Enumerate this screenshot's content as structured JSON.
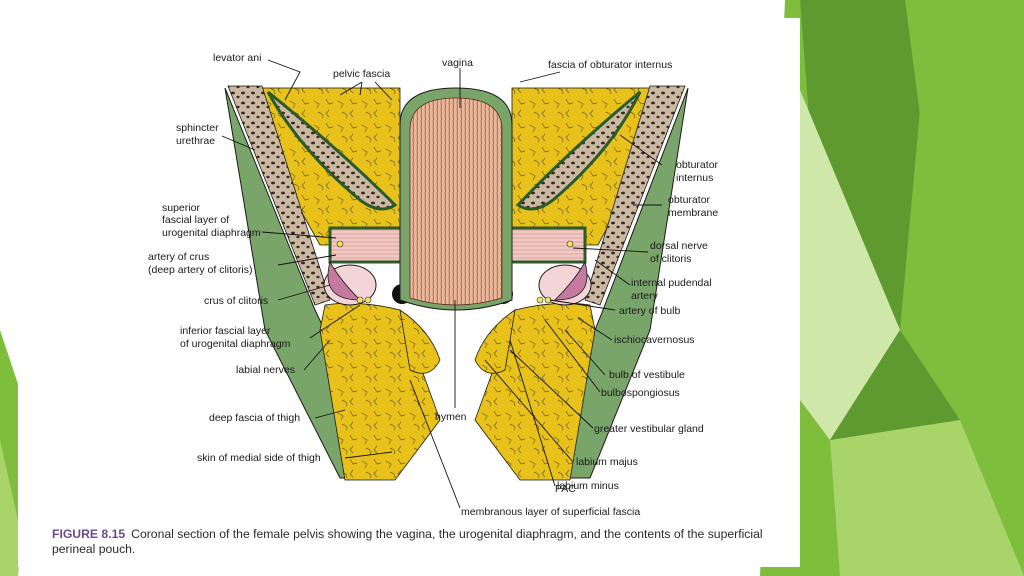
{
  "slide": {
    "theme_colors": {
      "green_dark": "#5f9a31",
      "green_mid": "#7fbe3c",
      "green_light": "#a9d46a",
      "green_pale": "#cfe7a9"
    }
  },
  "figure": {
    "labels": {
      "levator_ani": "levator ani",
      "pelvic_fascia": "pelvic fascia",
      "vagina": "vagina",
      "fascia_obturator_internus": "fascia of obturator internus",
      "sphincter_urethrae_1": "sphincter",
      "sphincter_urethrae_2": "urethrae",
      "obturator_internus_1": "obturator",
      "obturator_internus_2": "internus",
      "obturator_membrane_1": "obturator",
      "obturator_membrane_2": "membrane",
      "superior_fascial_1": "superior",
      "superior_fascial_2": "fascial layer of",
      "superior_fascial_3": "urogenital diaphragm",
      "dorsal_nerve_1": "dorsal nerve",
      "dorsal_nerve_2": "of clitoris",
      "artery_crus_1": "artery of crus",
      "artery_crus_2": "(deep artery of clitoris)",
      "internal_pudendal_1": "internal pudendal",
      "internal_pudendal_2": "artery",
      "crus_clitoris": "crus of clitoris",
      "artery_bulb": "artery of bulb",
      "inferior_fascial_1": "inferior fascial layer",
      "inferior_fascial_2": "of urogenital diaphragm",
      "ischiocavernosus": "ischiocavernosus",
      "labial_nerves": "labial nerves",
      "bulb_vestibule": "bulb of vestibule",
      "bulbospongiosus": "bulbospongiosus",
      "deep_fascia_thigh": "deep fascia of thigh",
      "hymen": "hymen",
      "greater_vestibular_gland": "greater vestibular gland",
      "skin_medial_thigh": "skin of medial side of thigh",
      "labium_majus": "labium majus",
      "labium_minus": "labium minus",
      "membranous_layer": "membranous layer of superficial fascia"
    },
    "artist_credit": "PAC",
    "caption_number": "FIGURE 8.15",
    "caption_text": "Coronal section of the female pelvis showing the vagina, the urogenital diaphragm, and the contents of the superficial perineal pouch."
  }
}
